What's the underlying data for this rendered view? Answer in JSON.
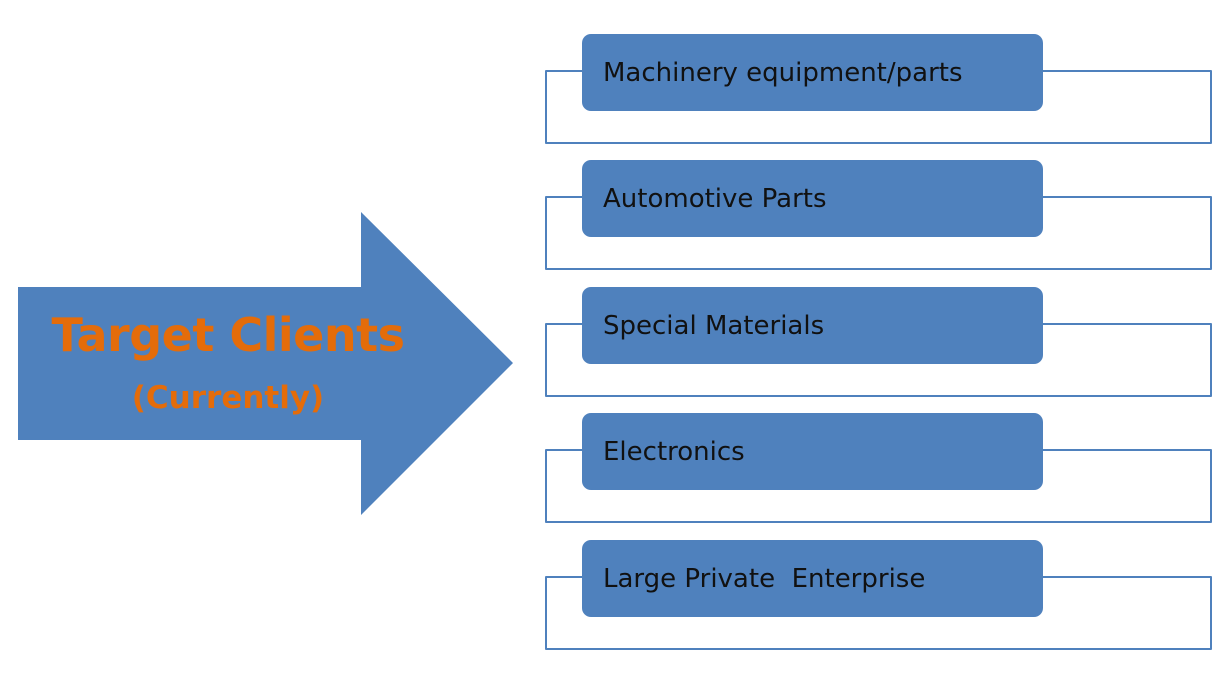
{
  "diagram": {
    "type": "arrow-to-list",
    "colors": {
      "arrow_fill": "#4f81bd",
      "box_fill": "#4f81bd",
      "bracket_stroke": "#4f81bd",
      "title_color": "#e46c0a",
      "item_text_color": "#111111"
    },
    "arrow": {
      "title": "Target Clients",
      "subtitle": "(Currently)"
    },
    "items": [
      {
        "label": "Machinery equipment/parts"
      },
      {
        "label": "Automotive Parts"
      },
      {
        "label": "Special Materials"
      },
      {
        "label": "Electronics"
      },
      {
        "label": "Large Private  Enterprise"
      }
    ]
  }
}
